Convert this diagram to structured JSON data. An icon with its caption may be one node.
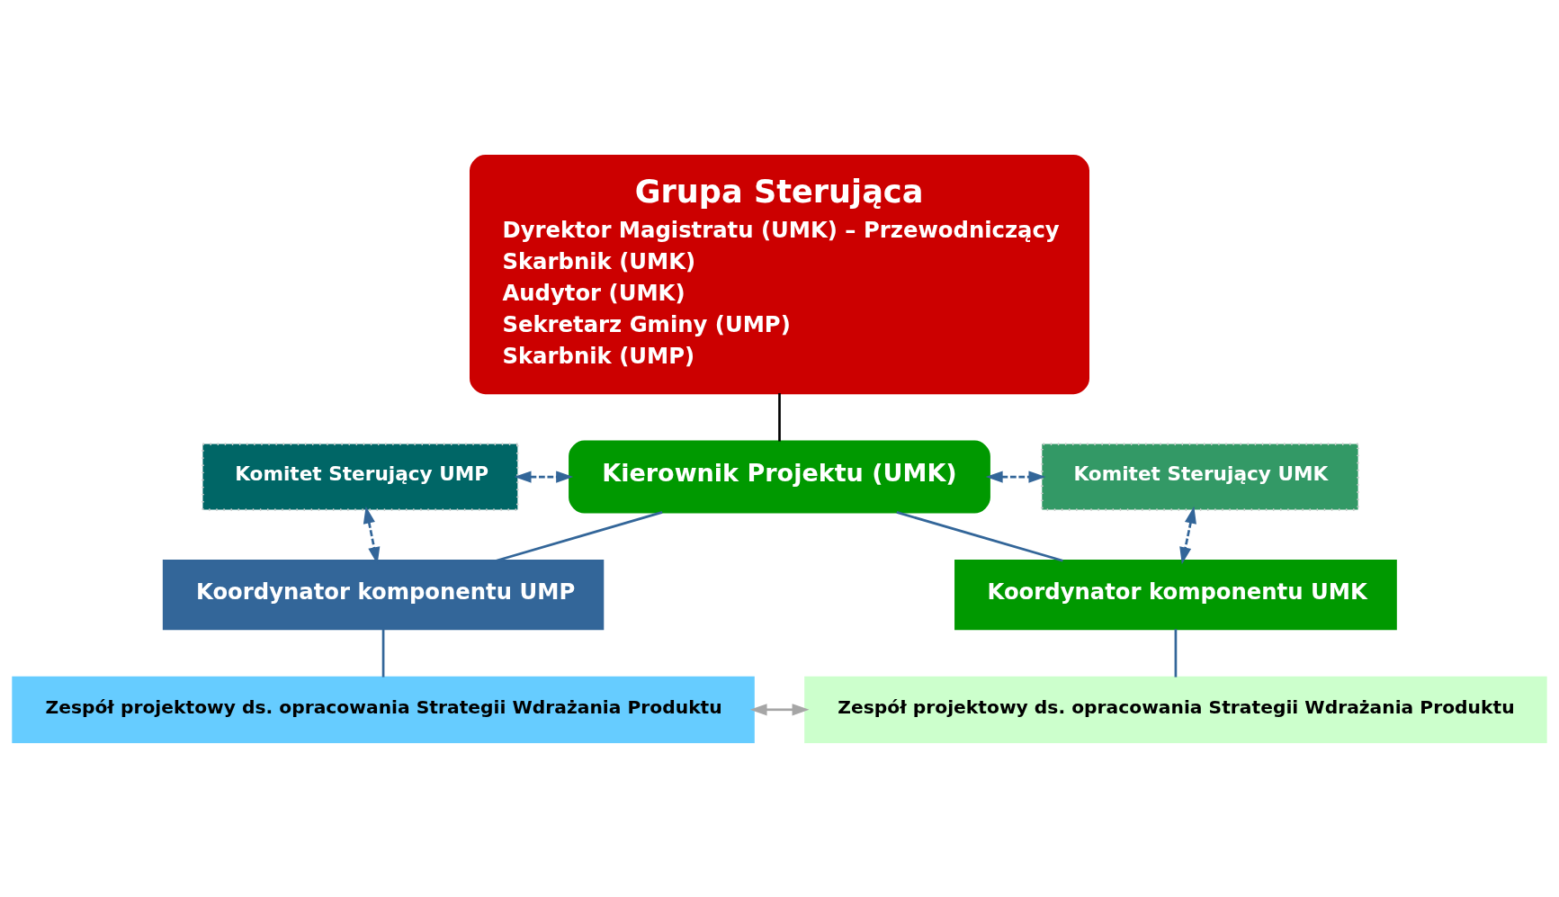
{
  "diagram": {
    "nodes": [
      {
        "text": [
          "Grupa Sterująca",
          "Dyrektor Magistratu (UMK) – Przewodniczący",
          "Skarbnik (UMK)",
          "Audytor (UMK)",
          "Sekretarz Gminy (UMP)",
          "Skarbnik (UMP)"
        ]
      },
      {
        "text": [
          "Komitet Sterujący UMP"
        ]
      },
      {
        "text": [
          "Kierownik Projektu (UMK)"
        ]
      },
      {
        "text": [
          "Komitet Sterujący UMK"
        ]
      },
      {
        "text": [
          "Koordynator komponentu UMP"
        ]
      },
      {
        "text": [
          "Koordynator komponentu UMK"
        ]
      },
      {
        "text": [
          "Zespół projektowy ds. opracowania Strategii Wdrażania Produktu"
        ]
      },
      {
        "text": [
          "Zespół projektowy ds. opracowania Strategii Wdrażania Produktu"
        ]
      }
    ],
    "edges": [
      {
        "from": 0,
        "to": 2,
        "arrow": "none",
        "color": "#000000"
      },
      {
        "from": 1,
        "to": 2,
        "arrow": "both",
        "style": "dashed"
      },
      {
        "from": 2,
        "to": 3,
        "arrow": "both",
        "style": "dashed"
      },
      {
        "from": 1,
        "to": 4,
        "arrow": "both",
        "style": "dashed"
      },
      {
        "from": 3,
        "to": 5,
        "arrow": "both",
        "style": "dashed"
      },
      {
        "from": 2,
        "to": 4,
        "arrow": "none"
      },
      {
        "from": 2,
        "to": 5,
        "arrow": "none"
      },
      {
        "from": 4,
        "to": 6,
        "arrow": "none"
      },
      {
        "from": 5,
        "to": 7,
        "arrow": "none"
      },
      {
        "from": 6,
        "to": 7,
        "arrow": "both",
        "color": "#a6a6a6"
      }
    ]
  }
}
